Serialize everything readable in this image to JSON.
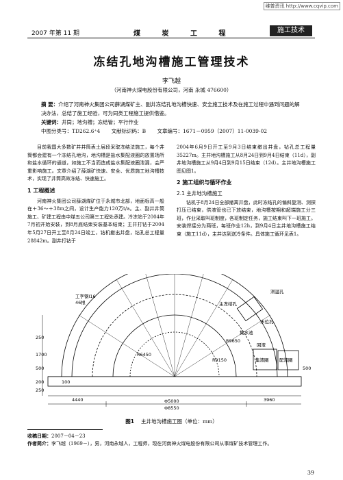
{
  "watermark": "维普资讯 http://www.cqvip.com",
  "header": {
    "issue": "2007 年第 11 期",
    "journal": "煤 炭 工 程",
    "section": "施工技术"
  },
  "title": "冻结孔地沟槽施工管理技术",
  "author": "李飞越",
  "affiliation": "（河南神火煤电股份有限公司，河南 永城 476600）",
  "abstract_label": "摘  要：",
  "abstract": "介绍了河南神火集团公司薛湖煤矿主、副井冻结孔地沟槽快速、安全施工技术及在施工过程中遇到问题的解决办法，总结了施工经验，可为同类工程施工提供借鉴。",
  "keywords_label": "关键词：",
  "keywords": "井筒；地沟槽；冻结管；平行作业",
  "meta": {
    "clc": "中图分类号：TD262.6⁺4",
    "doc_code": "文献标识码：B",
    "article_no": "文章编号：1671－0959（2007）11-0039-02"
  },
  "left_col": {
    "intro": "目前我国大多数矿井井筒表土层段采取冻结法施工，每个井筒都会建有一个冻结孔地沟，地沟槽是盐水集配液圈的放置场所和盐水循环的通道，如施工不当而造成盐水集配液圈泄漏，会严重影响施工。文章介绍了薛湖矿快速、安全、优质施工地沟槽技术，实现了井筒高效冻结、快速施工。",
    "sec1": "1  工程概述",
    "sec1_text": "河南神火集团公司薛湖煤矿位于永城市北部，地面标高一般在＋36～＋38m之间，设计生产能力120万t/a。主、副井井筒施工、矿建工程由中煤五公司第三工程处承建。冷冻站于2004年7月初开始安装，到8月底结束安装基本结束；主井打钻于2004年5月27日开工至8月24日竣工，钻机撤出井盘，钻孔总工程量28842m。副井打钻于"
  },
  "right_col": {
    "cont": "2004年6月9日开工至9月3日结束撤出井盘，钻孔总工程量35227m。主井地沟槽施工从8月24日到9月4日结束（11d），副井地沟槽施工从9月4日到9月15日结束（12d）。主井地沟槽施工图见图1。",
    "sec2": "2  施工组织与循环作业",
    "sec21": "2.1  主井地沟槽施工",
    "sec21_text": "钻机于8月24日全部撤离井盘，此时冻结孔的偏斜复测、测探打压已结束，供液管也已下放结束，地沟槽按期和超端施工分三班，作业采取叫班制度，各班制定任务，施工结束叫下一班施工。安装焊接分为两班，每班作业12h，到9月4日主井地沟槽施工结束（施工11d），主井达到送冷条件。具体施工循环见表1。"
  },
  "figure": {
    "labels": {
      "joist": "工字钢I16",
      "joist2": "46根",
      "main_hole": "主冻结孔",
      "hole_a": "测温孔",
      "hole_b": "水位孔",
      "collect": "集水池",
      "r1": "R9650",
      "r2": "R9150",
      "r3": "R6450",
      "d1": "Φ5000",
      "d2": "Φ8550",
      "w1": "4440",
      "w2": "3960",
      "v1": "250",
      "v2": "1700",
      "v3": "500",
      "v4": "200",
      "v5": "250",
      "box1": "集液圈",
      "box2": "配液圈",
      "box3": "回液",
      "elev": "500",
      "small": "100"
    }
  },
  "caption": {
    "label": "图1",
    "text": "主井地沟槽施工图（单位：mm）"
  },
  "footer": {
    "received_label": "收稿日期：",
    "received": "2007－04－23",
    "bio_label": "作者简介：",
    "bio": "李飞越（1969－），男，河南永城人，工程师，现在河南神火煤电股份有限公司从事煤矿技术管理工作。"
  },
  "page_number": "39"
}
